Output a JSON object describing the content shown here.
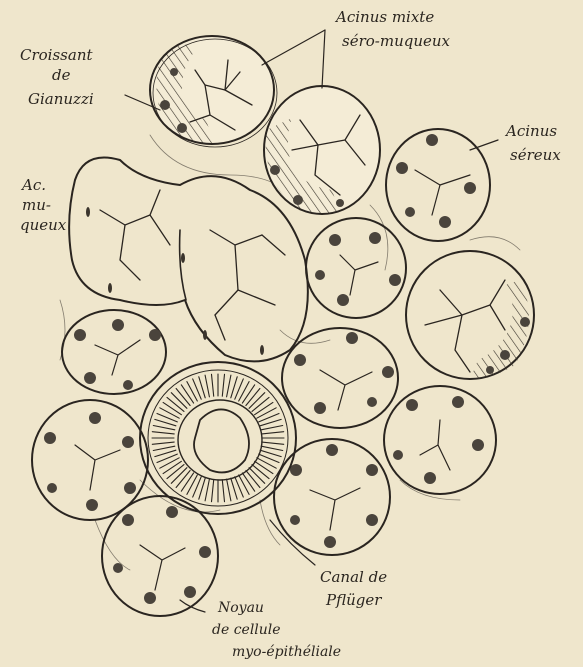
{
  "colors": {
    "paper": "#efe6cc",
    "ink": "#2a2520",
    "hatch": "#3a342c",
    "nucleus": "#4a443c"
  },
  "labels": {
    "croissant": [
      "Croissant",
      "de",
      "Gianuzzi"
    ],
    "acinus_mixte": [
      "Acinus mixte",
      "séro-muqueux"
    ],
    "acinus_sereux": [
      "Acinus",
      "séreux"
    ],
    "ac_muqueux": [
      "Ac.",
      "mu-",
      "queux"
    ],
    "canal": [
      "Canal de",
      "Pflüger"
    ],
    "noyau": [
      "Noyau",
      "de cellule",
      "myo-épithéliale"
    ]
  }
}
